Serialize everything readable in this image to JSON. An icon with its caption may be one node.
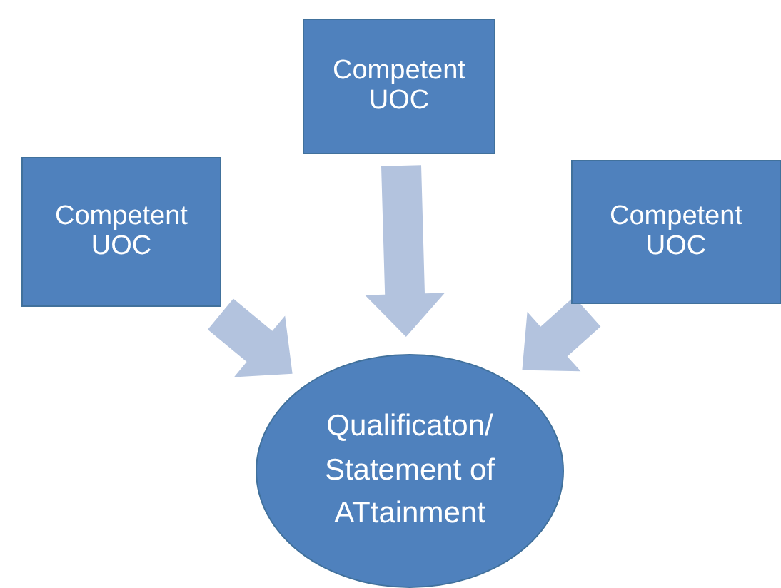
{
  "diagram": {
    "nodes": [
      {
        "text": [
          "Competent UOC"
        ]
      },
      {
        "text": [
          "Competent UOC"
        ]
      },
      {
        "text": [
          "Competent UOC"
        ]
      },
      {
        "text": [
          "Qualificaton/ Statement of ATtainment"
        ]
      }
    ],
    "edges": [
      {
        "from": 0,
        "to": 3,
        "arrow": "to"
      },
      {
        "from": 1,
        "to": 3,
        "arrow": "to"
      },
      {
        "from": 2,
        "to": 3,
        "arrow": "to"
      }
    ]
  }
}
